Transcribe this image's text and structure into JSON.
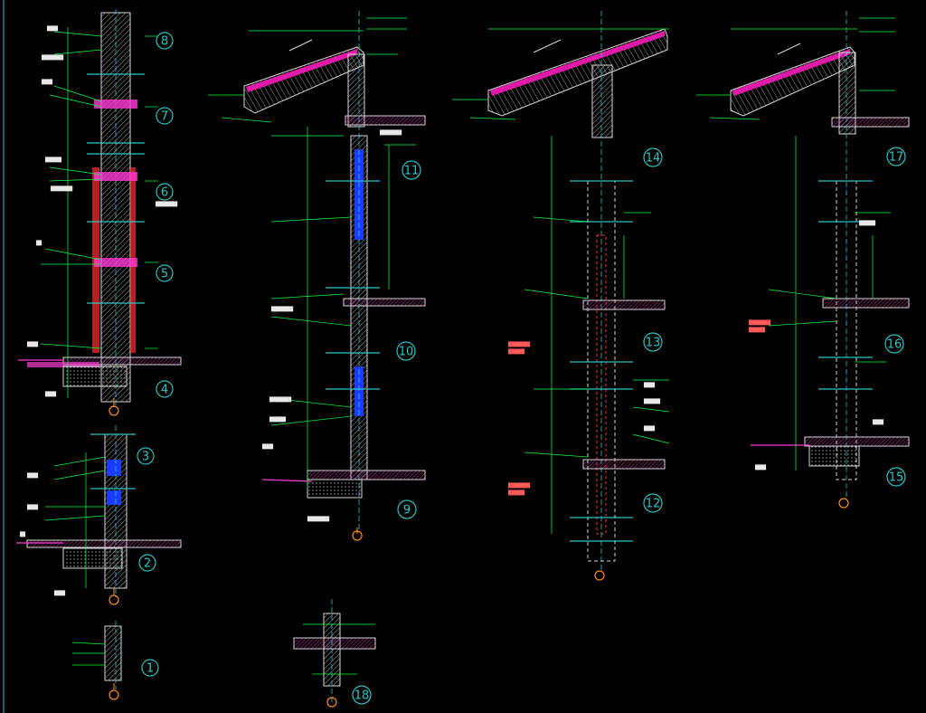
{
  "viewport": {
    "background": "#000000"
  },
  "palette": {
    "wall": "#d6d6d6",
    "hatch": "#ff3ad6",
    "dim": "#00ff3a",
    "grid": "#2ec4c4",
    "glass": "#1a3cff",
    "roof": "#e01aa8",
    "mortar": "#ff3030",
    "marker": "#ff8c1a",
    "text": "#ffffff"
  },
  "details": [
    {
      "id": "1",
      "label": "1"
    },
    {
      "id": "2",
      "label": "2"
    },
    {
      "id": "3",
      "label": "3"
    },
    {
      "id": "4",
      "label": "4"
    },
    {
      "id": "5",
      "label": "5"
    },
    {
      "id": "6",
      "label": "6"
    },
    {
      "id": "7",
      "label": "7"
    },
    {
      "id": "8",
      "label": "8"
    },
    {
      "id": "9",
      "label": "9"
    },
    {
      "id": "10",
      "label": "10"
    },
    {
      "id": "11",
      "label": "11"
    },
    {
      "id": "12",
      "label": "12"
    },
    {
      "id": "13",
      "label": "13"
    },
    {
      "id": "14",
      "label": "14"
    },
    {
      "id": "15",
      "label": "15"
    },
    {
      "id": "16",
      "label": "16"
    },
    {
      "id": "17",
      "label": "17"
    },
    {
      "id": "18",
      "label": "18"
    }
  ]
}
